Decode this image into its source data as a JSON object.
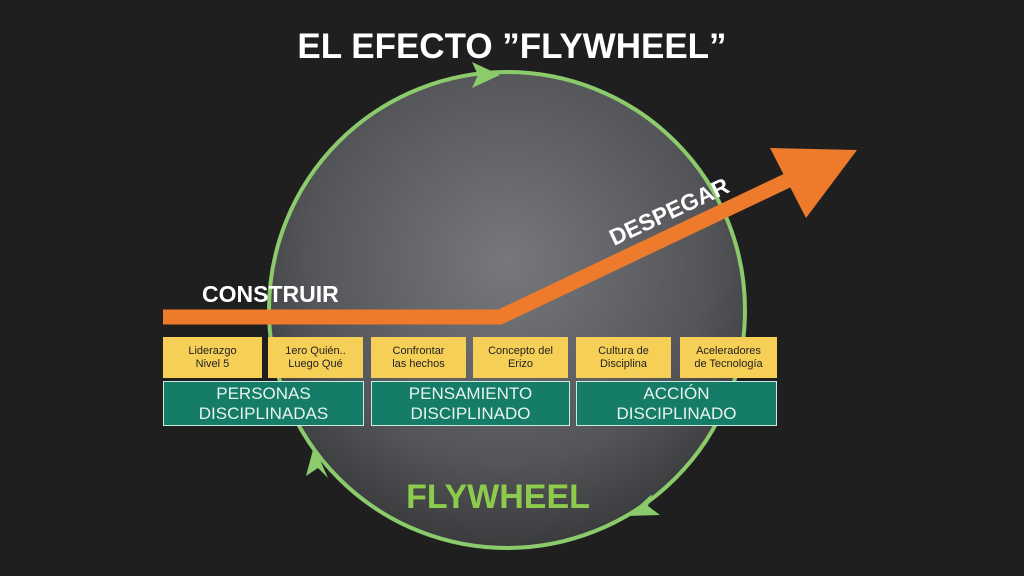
{
  "title": "EL EFECTO ”FLYWHEEL”",
  "labels": {
    "build": "CONSTRUIR",
    "takeoff": "DESPEGAR",
    "flywheel": "FLYWHEEL"
  },
  "principles": [
    "Liderazgo\nNivel 5",
    "1ero Quién..\nLuego Qué",
    "Confrontar\nlas hechos",
    "Concepto del\nErizo",
    "Cultura de\nDisciplina",
    "Aceleradores\nde Tecnología"
  ],
  "stages": [
    "PERSONAS\nDISCIPLINADAS",
    "PENSAMIENTO\nDISCIPLINADO",
    "ACCIÓN\nDISCIPLINADO"
  ],
  "colors": {
    "ring": "#8ccb6c",
    "arrow": "#ee7b2c",
    "box": "#f6cf57",
    "stage": "#157c68",
    "flywheel_text": "#8ccb4c"
  }
}
